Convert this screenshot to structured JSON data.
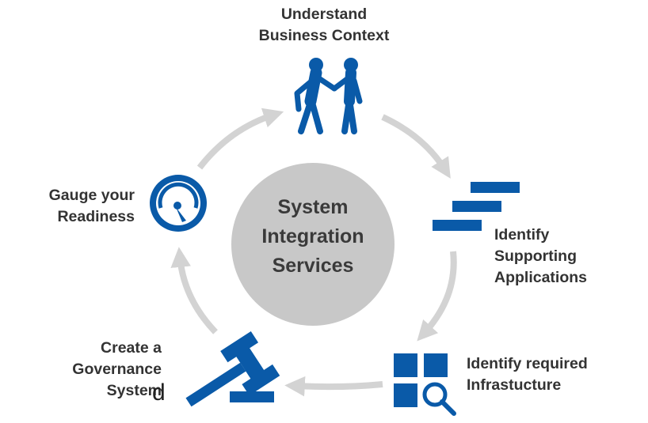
{
  "center": {
    "lines": [
      "System",
      "Integration",
      "Services"
    ]
  },
  "steps": [
    {
      "id": "understand",
      "icon": "handshake-people-icon",
      "lines": [
        "Understand",
        "Business Context"
      ]
    },
    {
      "id": "apps",
      "icon": "stacked-bars-icon",
      "lines": [
        "Identify",
        "Supporting",
        "Applications"
      ]
    },
    {
      "id": "infra",
      "icon": "grid-search-icon",
      "lines": [
        "Identify required",
        "Infrastucture"
      ]
    },
    {
      "id": "governance",
      "icon": "gavel-icon",
      "lines": [
        "Create a",
        "Governance",
        "System"
      ]
    },
    {
      "id": "readiness",
      "icon": "gauge-icon",
      "lines": [
        "Gauge your",
        "Readiness"
      ]
    }
  ],
  "stray_text": "d",
  "colors": {
    "icon": "#0a5aa8",
    "arrow": "#d3d3d3",
    "hub": "#c8c8c8",
    "text": "#333333"
  }
}
